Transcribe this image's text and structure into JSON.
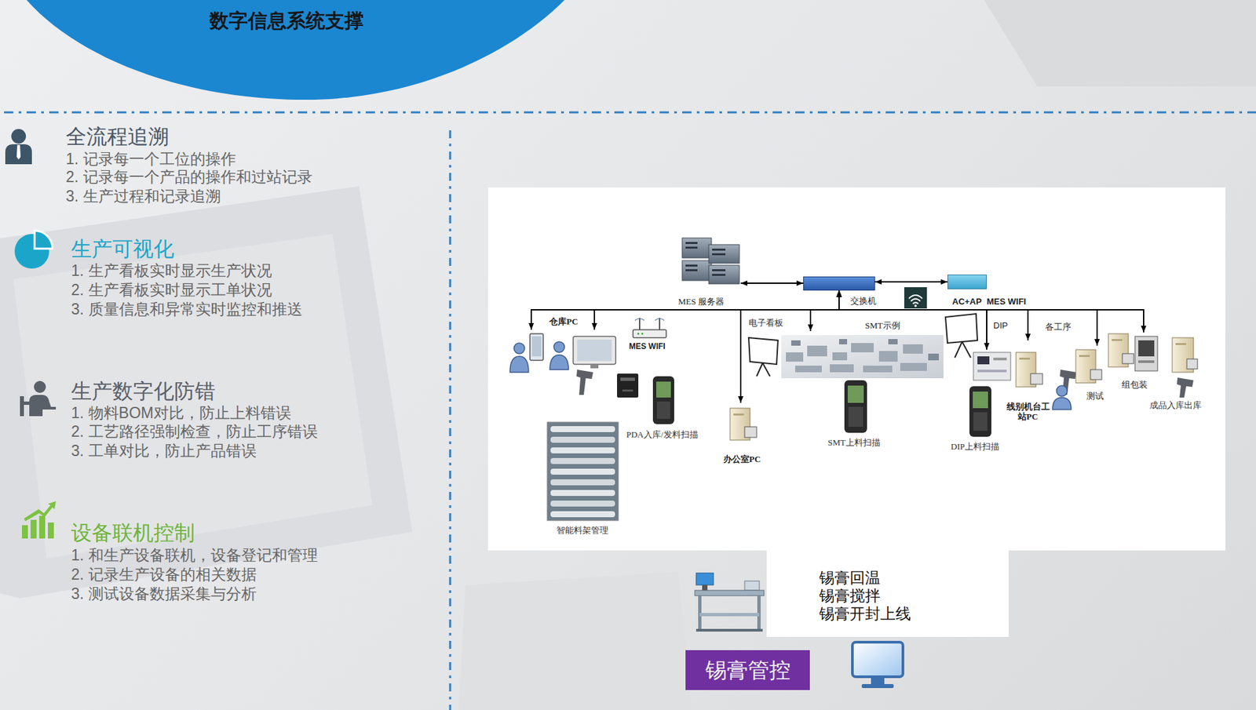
{
  "diagram": {
    "title": "数字信息系统支撑",
    "nodes": [
      {
        "text": [
          "MES 服务器"
        ]
      },
      {
        "text": [
          "交换机"
        ]
      },
      {
        "text": [
          "AC+AP",
          "MES WIFI"
        ]
      },
      {
        "text": [
          "仓库PC"
        ]
      },
      {
        "text": [
          "办公室PC"
        ]
      },
      {
        "text": [
          "SMT示例"
        ]
      },
      {
        "text": [
          "DIP"
        ]
      },
      {
        "text": [
          "线别机台工站PC"
        ]
      },
      {
        "text": [
          "测试"
        ]
      },
      {
        "text": [
          "组包装"
        ]
      },
      {
        "text": [
          "锡膏回温",
          "锡膏搅拌",
          "锡膏开封上线"
        ]
      },
      {
        "text": [
          "锡膏管控"
        ]
      }
    ],
    "edges": [
      {
        "from": 0,
        "to": 1,
        "arrow": "both"
      },
      {
        "from": 1,
        "to": 2,
        "arrow": "both"
      },
      {
        "from": 1,
        "to": 3,
        "arrow": "both"
      },
      {
        "from": 1,
        "to": 3,
        "arrow": "both"
      },
      {
        "from": 1,
        "to": 4,
        "arrow": "both"
      },
      {
        "from": 1,
        "to": 5,
        "arrow": "both"
      },
      {
        "from": 1,
        "to": 6,
        "arrow": "both"
      },
      {
        "from": 1,
        "to": 7,
        "arrow": "both"
      },
      {
        "from": 1,
        "to": 8,
        "arrow": "both"
      },
      {
        "from": 1,
        "to": 9,
        "arrow": "both"
      }
    ],
    "labels": [
      "全流程追溯",
      "1. 记录每一个工位的操作",
      "2. 记录每一个产品的操作和过站记录",
      "3. 生产过程和记录追溯",
      "生产可视化",
      "1. 生产看板实时显示生产状况",
      "2. 生产看板实时显示工单状况",
      "3. 质量信息和异常实时监控和推送",
      "生产数字化防错",
      "1. 物料BOM对比，防止上料错误",
      "2. 工艺路径强制检查，防止工序错误",
      "3. 工单对比，防止产品错误",
      "设备联机控制",
      "1. 和生产设备联机，设备登记和管理",
      "2. 记录生产设备的相关数据",
      "3. 测试设备数据采集与分析",
      "电子看板",
      "MES WIFI",
      "PDA入库/发料扫描",
      "智能料架管理",
      "SMT上料扫描",
      "DIP上料扫描",
      "各工序",
      "成品入库出库"
    ]
  }
}
